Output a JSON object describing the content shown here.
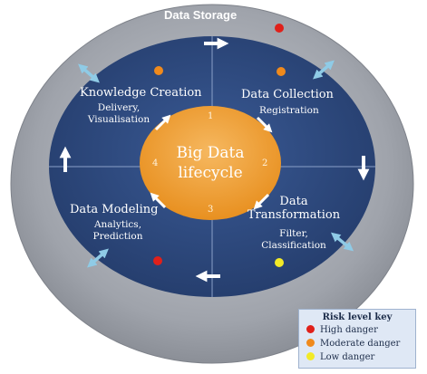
{
  "diagram": {
    "outer_label": "Data Storage",
    "center_label_line1": "Big Data",
    "center_label_line2": "lifecycle",
    "stages": [
      {
        "number": "1",
        "title": "Data Collection",
        "subtitle_line1": "Registration",
        "subtitle_line2": ""
      },
      {
        "number": "2",
        "title_line1": "Data",
        "title_line2": "Transformation",
        "subtitle_line1": "Filter,",
        "subtitle_line2": "Classification"
      },
      {
        "number": "3",
        "title": "Data Modeling",
        "subtitle_line1": "Analytics,",
        "subtitle_line2": "Prediction"
      },
      {
        "number": "4",
        "title": "Knowledge Creation",
        "subtitle_line1": "Delivery,",
        "subtitle_line2": "Visualisation"
      }
    ]
  },
  "risk_key": {
    "title": "Risk level key",
    "items": [
      {
        "label": "High danger",
        "color": "#e0201a"
      },
      {
        "label": "Moderate danger",
        "color": "#f08a1c"
      },
      {
        "label": "Low danger",
        "color": "#f2ea27"
      }
    ]
  },
  "colors": {
    "outer_ring": "#9a9ea6",
    "inner_disk": "#2d4a80",
    "center": "#f1a33b",
    "arrows": "#ffffff",
    "double_arrows": "#8fcbe6"
  }
}
